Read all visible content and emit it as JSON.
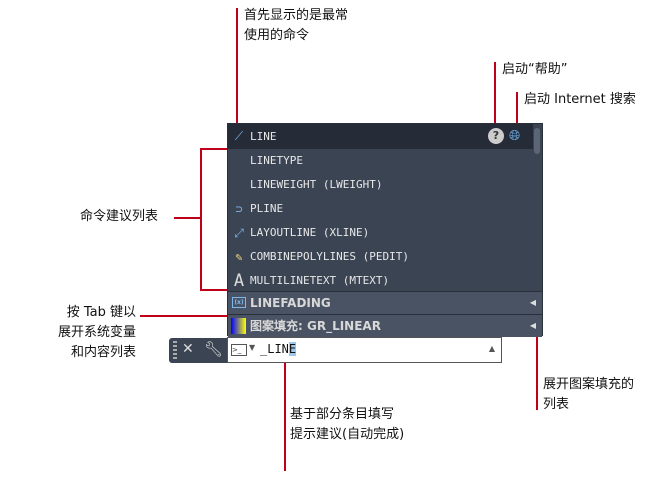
{
  "annotations": {
    "most_used": [
      "首先显示的是最常",
      "使用的命令"
    ],
    "help": "启动“帮助”",
    "internet": "启动 Internet 搜索",
    "suggestions": "命令建议列表",
    "tab": [
      "按 Tab 键以",
      "展开系统变量",
      "和内容列表"
    ],
    "autocomplete": [
      "基于部分条目填写",
      "提示建议(自动完成)"
    ],
    "expand_hatch": [
      "展开图案填充的",
      "列表"
    ]
  },
  "suggestions": [
    {
      "label": "LINE",
      "icon": "line-icon"
    },
    {
      "label": "LINETYPE",
      "icon": ""
    },
    {
      "label": "LINEWEIGHT (LWEIGHT)",
      "icon": ""
    },
    {
      "label": "PLINE",
      "icon": "pline-icon"
    },
    {
      "label": "LAYOUTLINE (XLINE)",
      "icon": "xline-icon"
    },
    {
      "label": "COMBINEPOLYLINES (PEDIT)",
      "icon": "pedit-icon"
    },
    {
      "label": "MULTILINETEXT (MTEXT)",
      "icon": "mtext-icon"
    }
  ],
  "sections": [
    {
      "label": "LINEFADING"
    },
    {
      "label": "图案填充: GR_LINEAR"
    }
  ],
  "command_line": {
    "typed": "_LIN",
    "completed": "E"
  }
}
